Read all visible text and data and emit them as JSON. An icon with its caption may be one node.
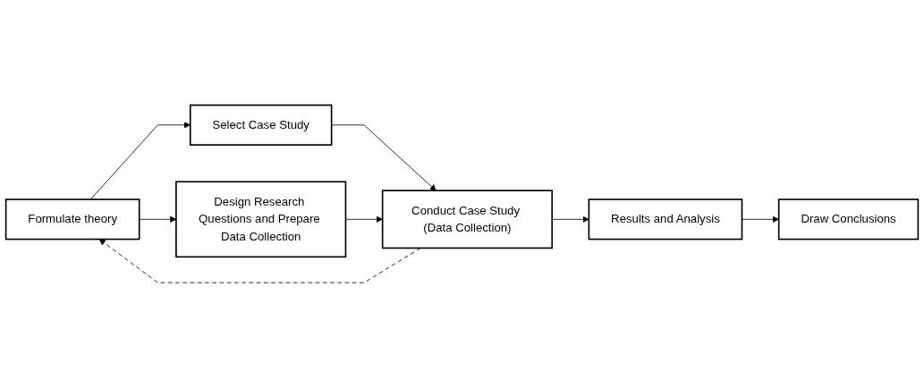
{
  "diagram": {
    "nodes": [
      {
        "text": [
          "Formulate theory"
        ]
      },
      {
        "text": [
          "Select Case Study"
        ]
      },
      {
        "text": [
          "Design Research Questions and Prepare Data Collection"
        ]
      },
      {
        "text": [
          "Conduct Case Study (Data Collection)"
        ]
      },
      {
        "text": [
          "Results and Analysis"
        ]
      },
      {
        "text": [
          "Draw Conclusions"
        ]
      }
    ],
    "edges": [
      {
        "from": 0,
        "to": 1,
        "arrow": "to"
      },
      {
        "from": 0,
        "to": 2,
        "arrow": "to"
      },
      {
        "from": 1,
        "to": 3,
        "arrow": "to"
      },
      {
        "from": 2,
        "to": 3,
        "arrow": "to"
      },
      {
        "from": 3,
        "to": 4,
        "arrow": "to"
      },
      {
        "from": 4,
        "to": 5,
        "arrow": "to"
      },
      {
        "from": 3,
        "to": 0,
        "arrow": "to",
        "style": "dashed"
      }
    ]
  }
}
